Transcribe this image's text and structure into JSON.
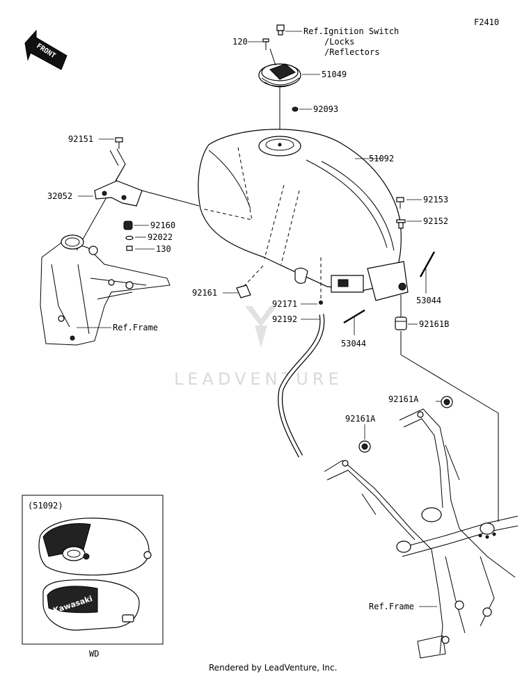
{
  "diagram_code": "F2410",
  "front_label": "FRONT",
  "watermark": "LEADVENTURE",
  "footer": "Rendered by LeadVenture, Inc.",
  "labels": {
    "p120": "120",
    "ref_ignition_1": "Ref.Ignition Switch",
    "ref_ignition_2": "/Locks",
    "ref_ignition_3": "/Reflectors",
    "p51049": "51049",
    "p92093": "92093",
    "p51092": "51092",
    "p92151": "92151",
    "p32052": "32052",
    "p92160": "92160",
    "p92022": "92022",
    "p130": "130",
    "ref_frame_left": "Ref.Frame",
    "p92153": "92153",
    "p92152": "92152",
    "p92161": "92161",
    "p92171": "92171",
    "p53044_right": "53044",
    "p92192": "92192",
    "p92161b": "92161B",
    "p53044_mid": "53044",
    "p92161a_right": "92161A",
    "p92161a_left": "92161A",
    "ref_frame_right": "Ref.Frame"
  },
  "inset": {
    "code": "(51092)",
    "caption": "WD",
    "brand": "Kawasaki"
  }
}
